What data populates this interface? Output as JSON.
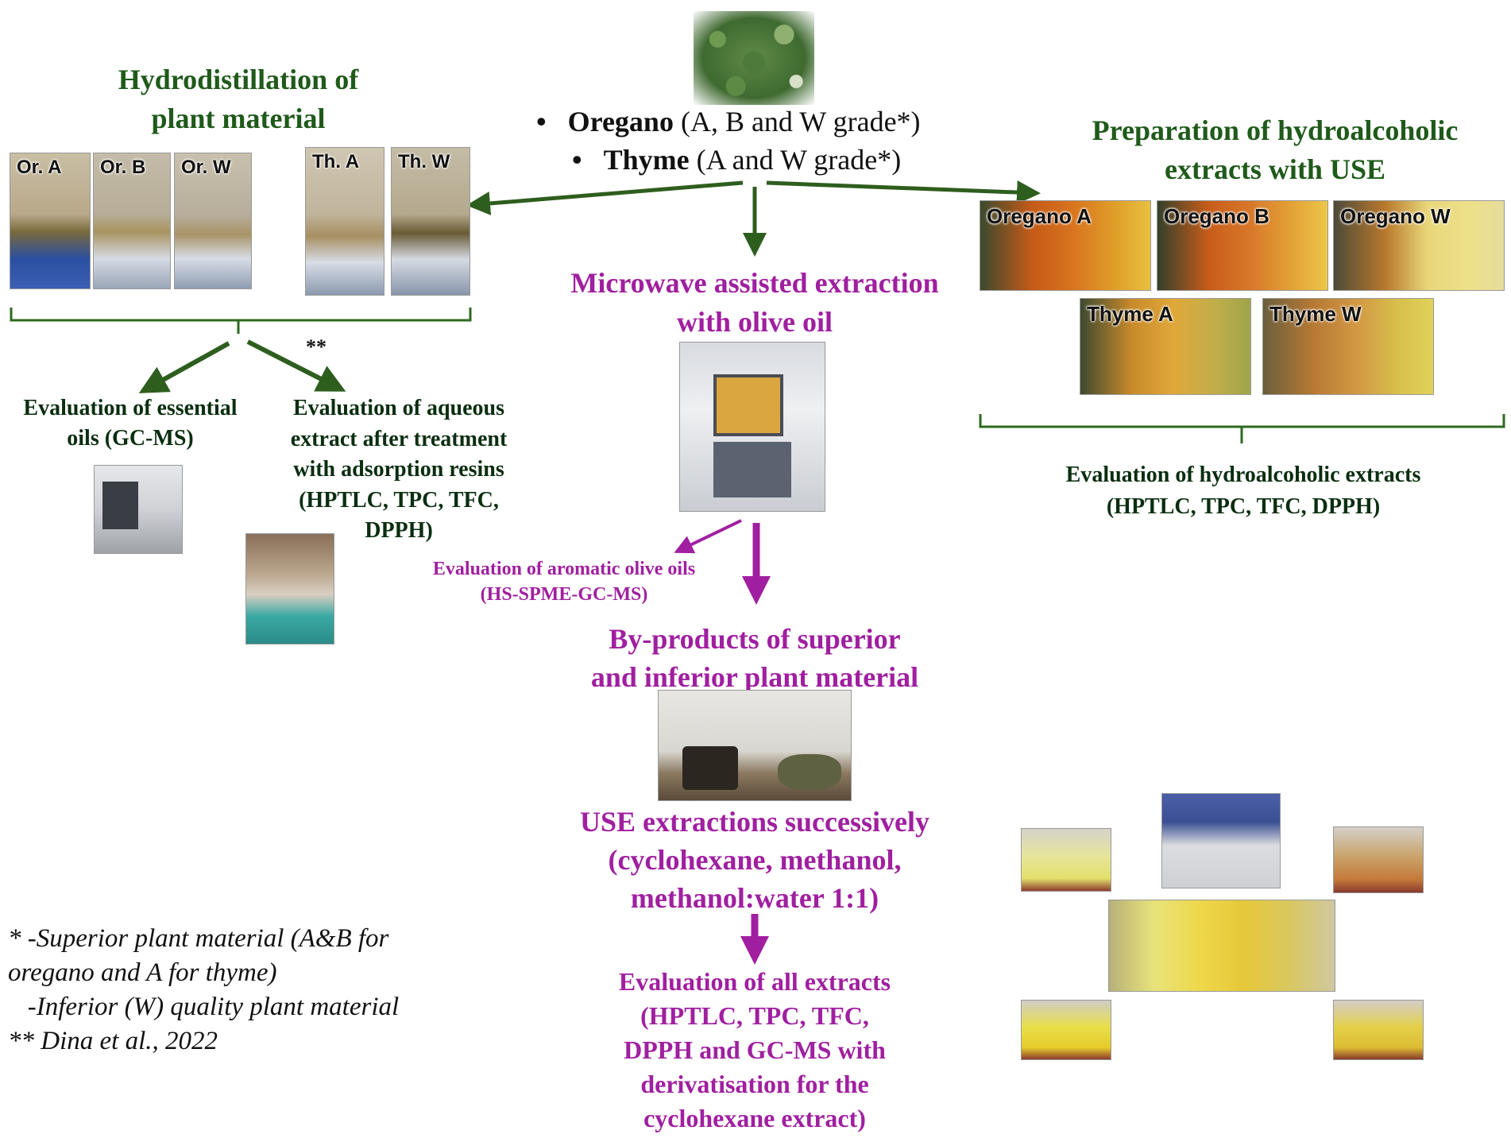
{
  "herbs": {
    "oregano_name": "Oregano",
    "oregano_rest": " (A, B and W grade*)",
    "thyme_name": "Thyme",
    "thyme_rest": " (A and W grade*)"
  },
  "hydrodistillation": {
    "title_line1": "Hydrodistillation of",
    "title_line2": "plant material",
    "photos": [
      "Or. A",
      "Or. B",
      "Or. W",
      "Th. A",
      "Th. W"
    ],
    "double_star": "**",
    "eval_eo_line1": "Evaluation  of essential",
    "eval_eo_line2": "oils (GC-MS)",
    "eval_aq_lines": [
      "Evaluation  of aqueous",
      "extract after treatment",
      "with adsorption resins",
      "(HPTLC, TPC, TFC,",
      "DPPH)"
    ]
  },
  "microwave": {
    "title_line1": "Microwave assisted extraction",
    "title_line2": "with olive oil",
    "eval_line1": "Evaluation of aromatic olive oils",
    "eval_line2": "(HS-SPME-GC-MS)"
  },
  "byproducts": {
    "title_line1": "By-products of superior",
    "title_line2": "and inferior plant material",
    "use_lines": [
      "USE extractions successively",
      "(cyclohexane, methanol,",
      "methanol:water 1:1)"
    ],
    "eval_lines": [
      "Evaluation  of all extracts",
      "(HPTLC, TPC, TFC,",
      "DPPH and GC-MS with",
      "derivatisation for the",
      "cyclohexane extract)"
    ]
  },
  "hydroalcoholic": {
    "title_line1": "Preparation of hydroalcoholic",
    "title_line2": "extracts with USE",
    "photos": [
      "Oregano A",
      "Oregano B",
      "Oregano W",
      "Thyme A",
      "Thyme W"
    ],
    "eval_line1": "Evaluation  of hydroalcoholic  extracts",
    "eval_line2": "(HPTLC, TPC, TFC, DPPH)"
  },
  "footnotes": [
    "* -Superior plant material (A&B for",
    "oregano and A for thyme)",
    "   -Inferior (W) quality plant material",
    "** Dina et al., 2022"
  ],
  "colors": {
    "green_text": "#1f5a1a",
    "purple_text": "#a01fa0",
    "green_arrow": "#2e5e1e",
    "purple_arrow": "#a01fa0"
  }
}
